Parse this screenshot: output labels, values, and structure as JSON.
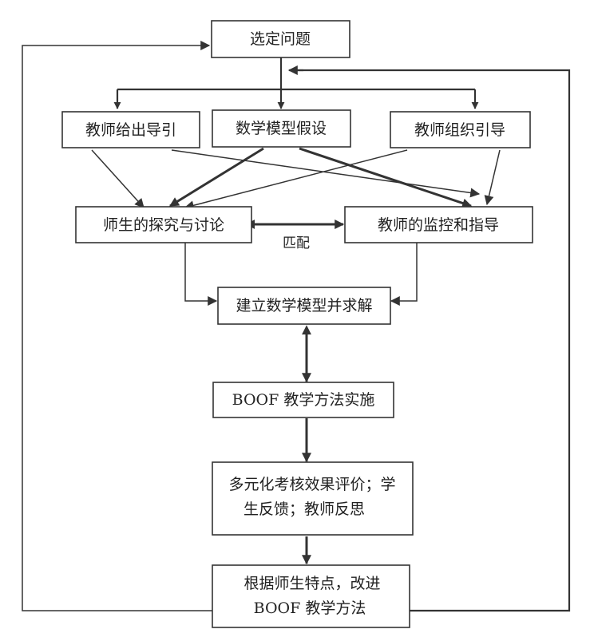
{
  "nodes": {
    "select_problem": "选定问题",
    "teacher_guide": "教师给出导引",
    "model_hypothesis": "数学模型假设",
    "teacher_organize": "教师组织引导",
    "explore_discuss": "师生的探究与讨论",
    "teacher_monitor": "教师的监控和指导",
    "build_model": "建立数学模型并求解",
    "boof_implement": "BOOF 教学方法实施",
    "evaluation_line1": "多元化考核效果评价；学",
    "evaluation_line2": "生反馈；教师反思",
    "improve_line1": "根据师生特点，改进",
    "improve_line2": "BOOF 教学方法"
  },
  "edge_labels": {
    "match": "匹配"
  }
}
